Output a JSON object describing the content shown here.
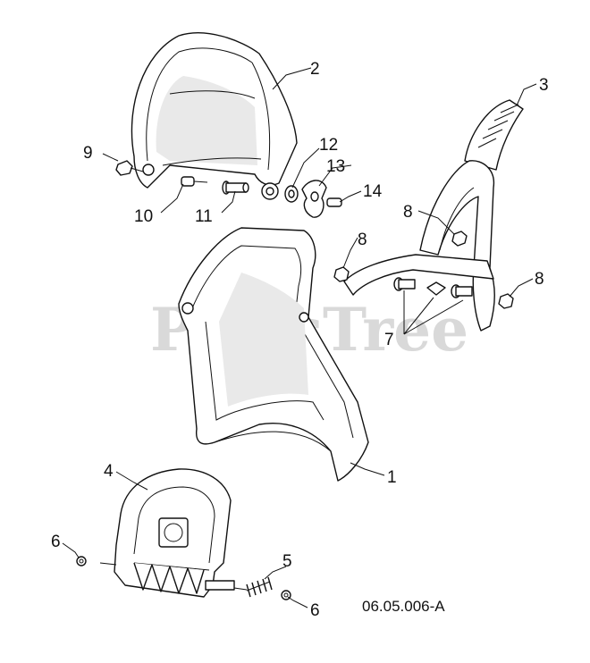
{
  "watermark": "PartsTree",
  "diagram_code": "06.05.006-A",
  "callouts": [
    {
      "id": "c1",
      "label": "1"
    },
    {
      "id": "c2",
      "label": "2"
    },
    {
      "id": "c3",
      "label": "3"
    },
    {
      "id": "c4",
      "label": "4"
    },
    {
      "id": "c5",
      "label": "5"
    },
    {
      "id": "c6a",
      "label": "6"
    },
    {
      "id": "c6b",
      "label": "6"
    },
    {
      "id": "c7",
      "label": "7"
    },
    {
      "id": "c8a",
      "label": "8"
    },
    {
      "id": "c8b",
      "label": "8"
    },
    {
      "id": "c8c",
      "label": "8"
    },
    {
      "id": "c9",
      "label": "9"
    },
    {
      "id": "c10",
      "label": "10"
    },
    {
      "id": "c11",
      "label": "11"
    },
    {
      "id": "c12",
      "label": "12"
    },
    {
      "id": "c13",
      "label": "13"
    },
    {
      "id": "c14",
      "label": "14"
    }
  ]
}
